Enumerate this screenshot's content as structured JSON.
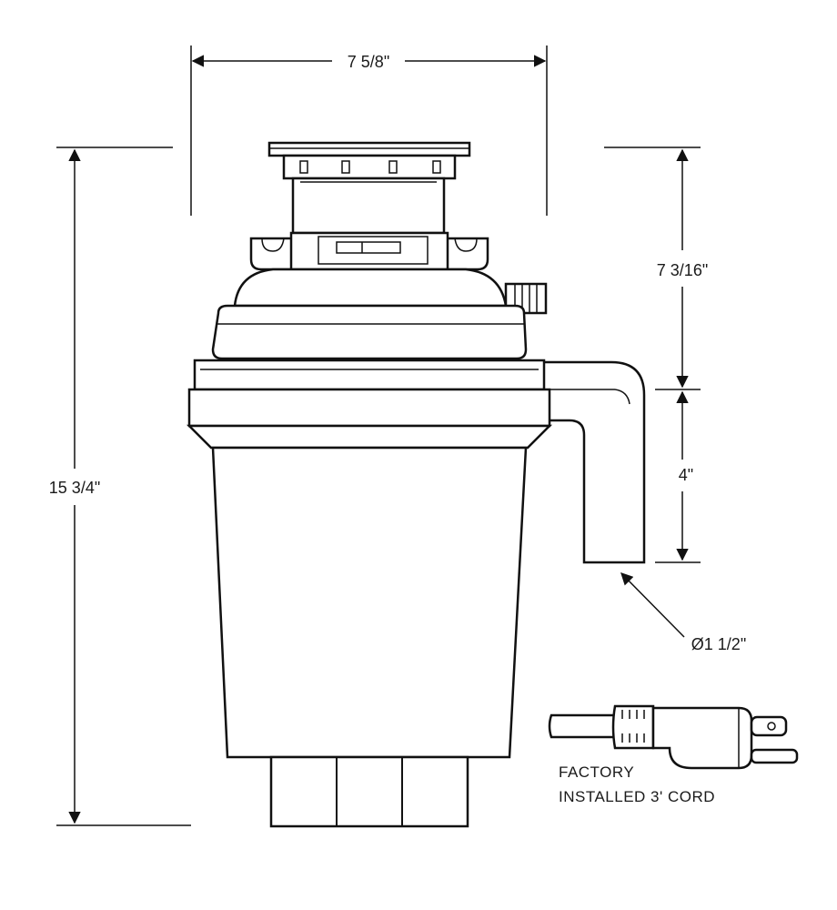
{
  "dimensions": {
    "width": "7 5/8\"",
    "total_height": "15 3/4\"",
    "top_to_outlet": "7 3/16\"",
    "outlet_drop": "4\"",
    "outlet_diameter": "Ø1 1/2\""
  },
  "cord_note": {
    "line1": "FACTORY",
    "line2": "INSTALLED 3' CORD"
  }
}
